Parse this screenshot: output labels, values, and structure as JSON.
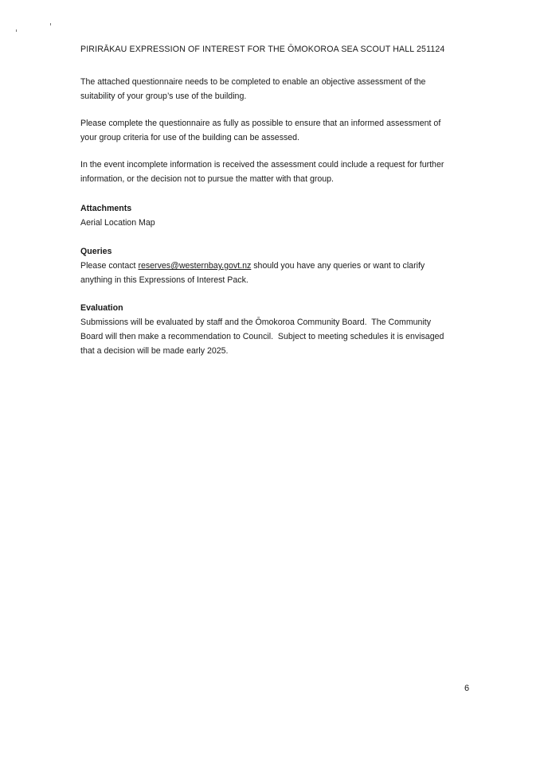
{
  "document": {
    "header_title": "PIRIRĀKAU EXPRESSION OF INTEREST FOR THE ŌMOKOROA SEA SCOUT HALL 251124",
    "paragraphs": [
      "The attached questionnaire needs to be completed to enable an objective assessment of the suitability of your group’s use of the building.",
      "Please complete the questionnaire as fully as possible to ensure that an informed assessment of your group criteria for use of the building can be assessed.",
      "In the event incomplete information is received the assessment could include a request for further information, or the decision not to pursue the matter with that group."
    ],
    "attachments": {
      "heading": "Attachments",
      "items": [
        "Aerial Location Map"
      ]
    },
    "queries": {
      "heading": "Queries",
      "text_before": "Please contact ",
      "email": "reserves@westernbay.govt.nz",
      "text_after": " should you have any queries or want to clarify anything in this Expressions of Interest Pack."
    },
    "evaluation": {
      "heading": "Evaluation",
      "text": "Submissions will be evaluated by staff and the Ōmokoroa Community Board.  The Community Board will then make a recommendation to Council.  Subject to meeting schedules it is envisaged that a decision will be made early 2025."
    },
    "page_number": "6"
  }
}
